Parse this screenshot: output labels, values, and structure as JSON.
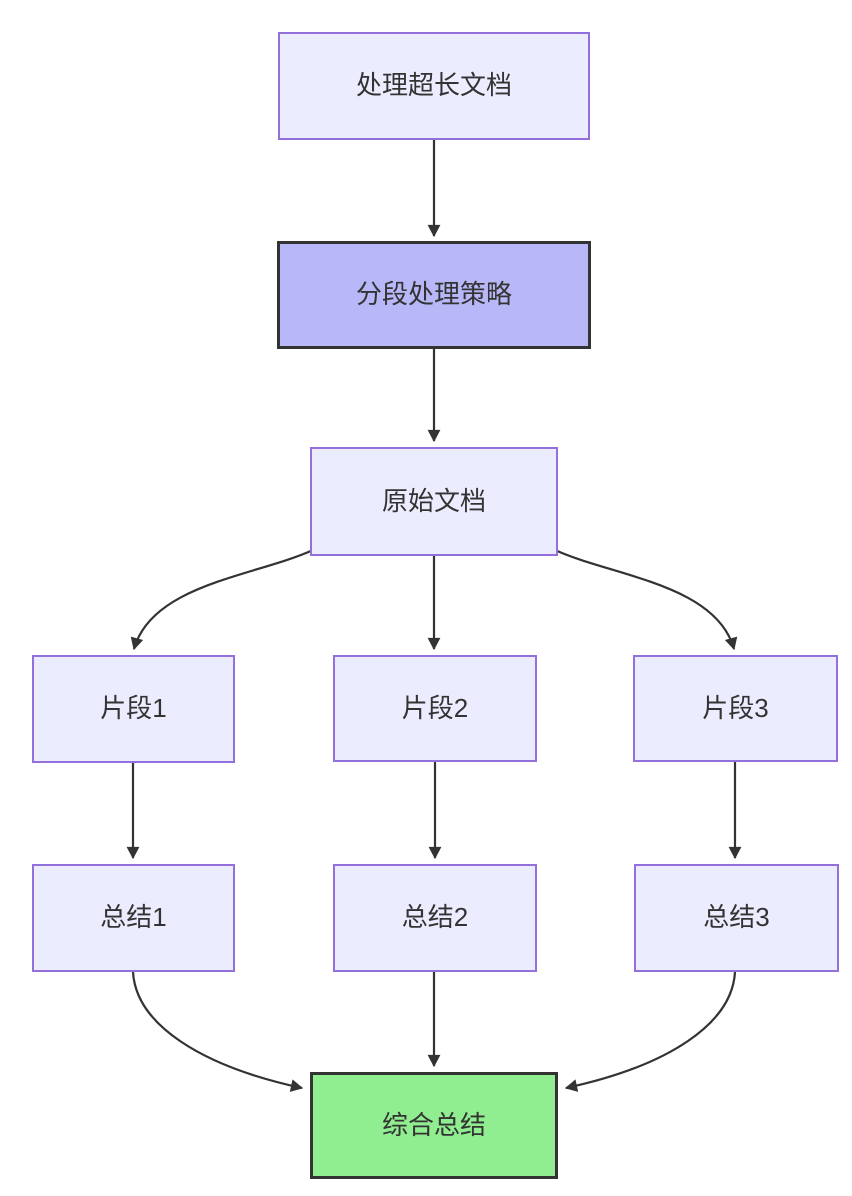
{
  "diagram": {
    "type": "flowchart",
    "direction": "top-down",
    "background": "#ffffff",
    "colors": {
      "node_fill": "#ECECFF",
      "node_border": "#9370DB",
      "highlight_fill": "#b8b8f8",
      "highlight_border": "#333333",
      "success_fill": "#90EE90",
      "success_border": "#333333",
      "edge": "#333333",
      "text": "#333333"
    },
    "nodes": [
      {
        "id": "start",
        "label": "处理超长文档",
        "style": "default"
      },
      {
        "id": "strategy",
        "label": "分段处理策略",
        "style": "highlight"
      },
      {
        "id": "source",
        "label": "原始文档",
        "style": "default"
      },
      {
        "id": "chunk1",
        "label": "片段1",
        "style": "default"
      },
      {
        "id": "chunk2",
        "label": "片段2",
        "style": "default"
      },
      {
        "id": "chunk3",
        "label": "片段3",
        "style": "default"
      },
      {
        "id": "summary1",
        "label": "总结1",
        "style": "default"
      },
      {
        "id": "summary2",
        "label": "总结2",
        "style": "default"
      },
      {
        "id": "summary3",
        "label": "总结3",
        "style": "default"
      },
      {
        "id": "final",
        "label": "综合总结",
        "style": "success"
      }
    ],
    "edges": [
      {
        "from": "start",
        "to": "strategy",
        "shape": "straight"
      },
      {
        "from": "strategy",
        "to": "source",
        "shape": "straight"
      },
      {
        "from": "source",
        "to": "chunk1",
        "shape": "curve"
      },
      {
        "from": "source",
        "to": "chunk2",
        "shape": "straight"
      },
      {
        "from": "source",
        "to": "chunk3",
        "shape": "curve"
      },
      {
        "from": "chunk1",
        "to": "summary1",
        "shape": "straight"
      },
      {
        "from": "chunk2",
        "to": "summary2",
        "shape": "straight"
      },
      {
        "from": "chunk3",
        "to": "summary3",
        "shape": "straight"
      },
      {
        "from": "summary1",
        "to": "final",
        "shape": "curve"
      },
      {
        "from": "summary2",
        "to": "final",
        "shape": "straight"
      },
      {
        "from": "summary3",
        "to": "final",
        "shape": "curve"
      }
    ]
  }
}
